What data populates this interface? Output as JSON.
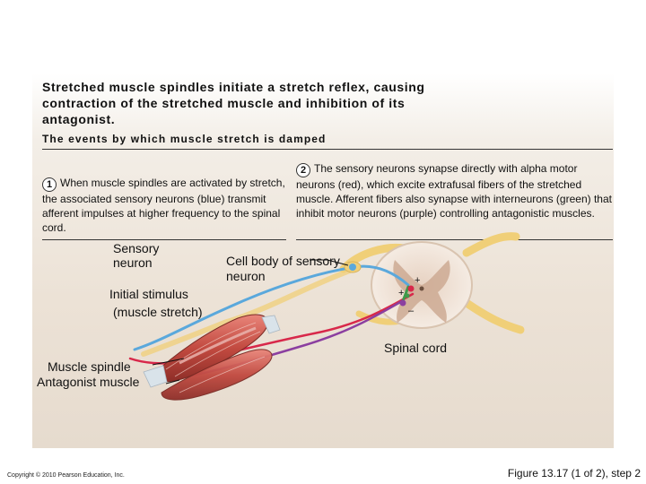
{
  "figure": {
    "title": "Stretched muscle spindles initiate a stretch reflex, causing contraction of the stretched muscle and inhibition of its antagonist.",
    "subtitle": "The events by which muscle stretch is damped",
    "steps": [
      {
        "number": "1",
        "text": "When muscle spindles are activated by stretch, the associated sensory neurons (blue) transmit afferent impulses at higher frequency to the spinal cord."
      },
      {
        "number": "2",
        "text": "The sensory neurons synapse directly with alpha motor neurons (red), which excite extrafusal fibers of the stretched muscle. Afferent fibers also synapse with interneurons (green) that inhibit motor neurons (purple) controlling antagonistic muscles."
      }
    ],
    "labels": {
      "sensory_neuron": "Sensory neuron",
      "cell_body": "Cell body of sensory neuron",
      "initial_stimulus": "Initial stimulus",
      "muscle_stretch": "(muscle stretch)",
      "spinal_cord": "Spinal cord",
      "muscle_spindle": "Muscle spindle",
      "antagonist_muscle": "Antagonist muscle"
    },
    "synapse_signs": {
      "plus": "+",
      "minus": "–"
    }
  },
  "footer": {
    "copyright": "Copyright © 2010 Pearson Education, Inc.",
    "caption": "Figure 13.17 (1 of 2), step 2"
  },
  "colors": {
    "sensory_neuron": "#5aa8dc",
    "motor_neuron": "#d8284a",
    "interneuron": "#3f9a4a",
    "inhibited_motor_neuron": "#8b3fa0",
    "nerve": "#f0cf78",
    "muscle": "#c24a40"
  }
}
